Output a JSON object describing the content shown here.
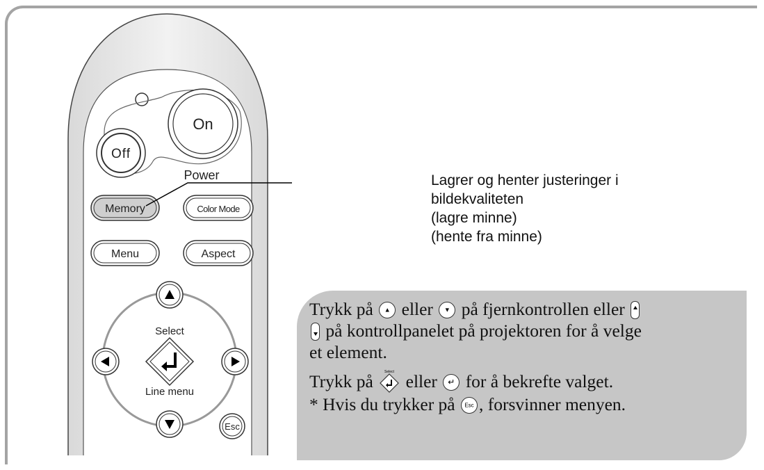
{
  "remote": {
    "power_on_label": "On",
    "power_off_label": "Off",
    "power_caption": "Power",
    "memory_label": "Memory",
    "color_mode_label": "Color Mode",
    "menu_label": "Menu",
    "aspect_label": "Aspect",
    "select_caption": "Select",
    "line_menu_caption": "Line menu",
    "esc_label": "Esc"
  },
  "annotation": {
    "lines": [
      "Lagrer og henter justeringer i",
      "bildekvaliteten",
      "(lagre minne)",
      "(hente fra minne)"
    ]
  },
  "instructions": {
    "press": "Trykk på",
    "or": "eller",
    "on_remote_or": "på fjernkontrollen eller",
    "on_panel": "på kontrollpanelet på projektoren for å velge",
    "element": "et element.",
    "press2": "Trykk på",
    "or2": "eller",
    "confirm": "for å bekrefte valget.",
    "esc_note_prefix": "* Hvis du trykker på",
    "esc_note_suffix": ", forsvinner menyen.",
    "select_icon_text": "Select"
  },
  "icons": {
    "up": "up-arrow-icon",
    "down": "down-arrow-icon",
    "panel_up": "panel-up-icon",
    "panel_down": "panel-down-icon",
    "select_diamond": "select-diamond-icon",
    "select_round": "select-round-icon",
    "esc": "esc-icon"
  }
}
